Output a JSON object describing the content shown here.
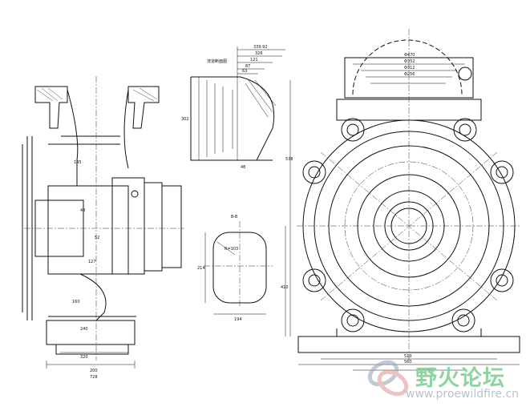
{
  "drawing": {
    "views": {
      "section_view_label": "流道断面图",
      "section_bb_label": "B-B",
      "left_view": {
        "dims": [
          "728",
          "200",
          "320",
          "160",
          "240",
          "145",
          "127",
          "48",
          "52"
        ]
      },
      "profile_view": {
        "dims": [
          "339.92",
          "326",
          "121",
          "87",
          "63",
          "48",
          "302"
        ]
      },
      "bb_view": {
        "dims": [
          "194",
          "214",
          "R=103"
        ]
      },
      "front_view": {
        "dims": [
          "538",
          "410",
          "510",
          "560",
          "Φ470",
          "Φ352",
          "Φ312",
          "Φ256"
        ]
      }
    }
  },
  "watermark": {
    "title": "野火论坛",
    "url": "www.proewildfire.cn"
  }
}
